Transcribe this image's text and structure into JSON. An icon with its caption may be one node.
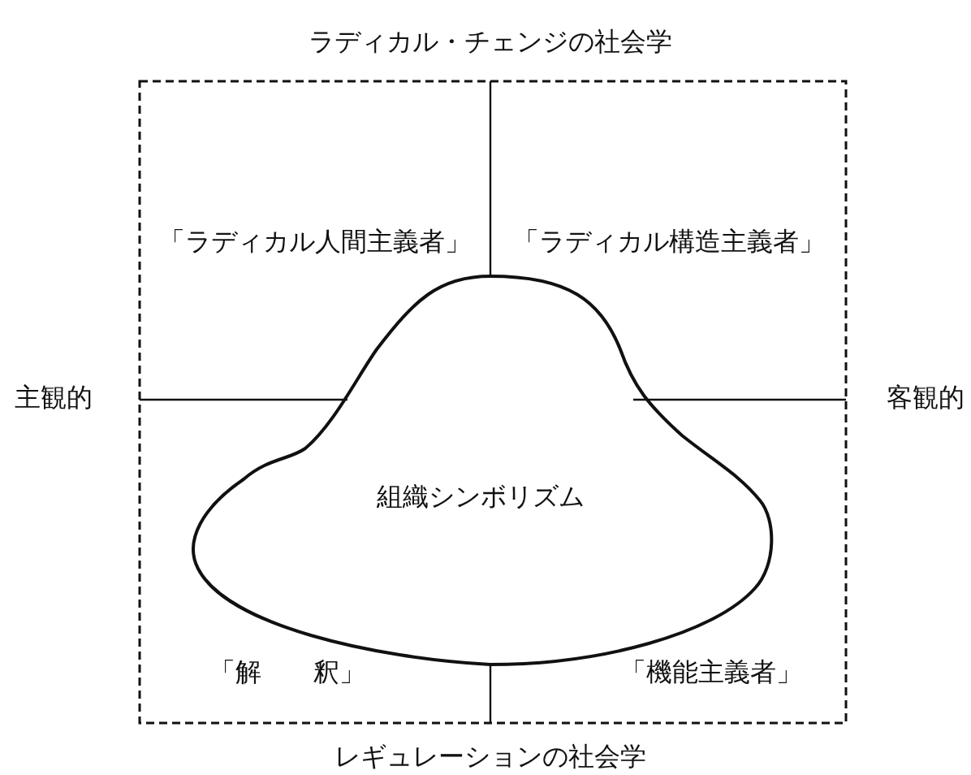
{
  "diagram": {
    "nodes": [
      {
        "text": [
          "組織シンボリズム"
        ]
      }
    ],
    "labels": [
      "ラディカル・チェンジの社会学",
      "「ラディカル人間主義者」",
      "「ラディカル構造主義者」",
      "主観的",
      "客観的",
      "「解　　釈」",
      "「機能主義者」",
      "レギュレーションの社会学"
    ]
  }
}
